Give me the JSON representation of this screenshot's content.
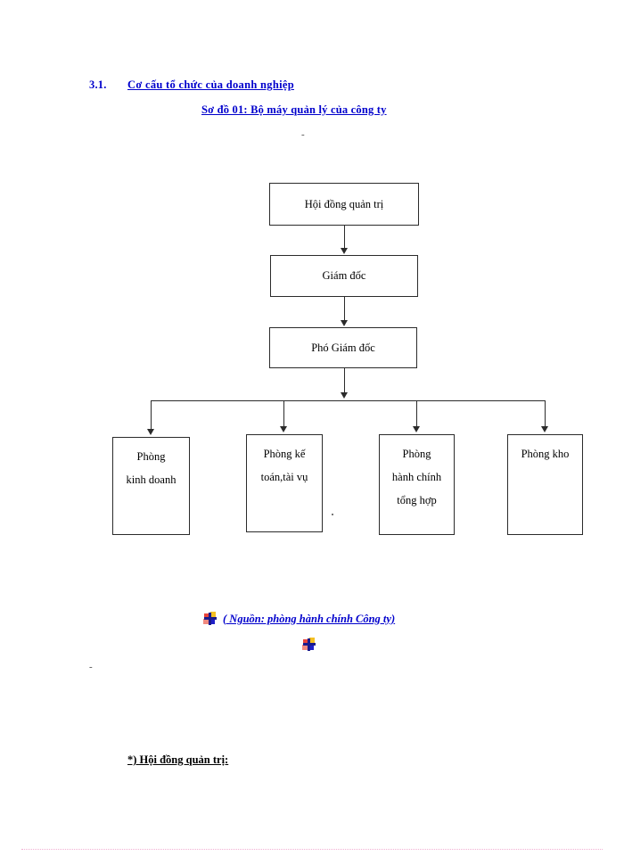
{
  "document": {
    "section_number": "3.1.",
    "section_title": "Cơ cấu tổ chức của doanh nghiệp",
    "figure_title": "Sơ đồ 01: Bộ máy quản lý của công ty",
    "stray_dash_top": "-",
    "stray_dash_lower": "-",
    "source_note": "( Nguồn: phòng hành chính Công ty)",
    "sub_heading": "*) Hội đồng quản trị:"
  },
  "colors": {
    "heading_blue": "#0000cc",
    "text_black": "#000000",
    "box_border": "#2b2b2b",
    "page_rule_pink": "#f2aed2"
  },
  "chart_data": {
    "type": "diagram",
    "title": "Sơ đồ 01: Bộ máy quản lý của công ty",
    "orientation": "top-down organizational hierarchy",
    "nodes": [
      {
        "id": "hdqt",
        "label_lines": [
          "Hội đồng quản trị"
        ],
        "level": 1
      },
      {
        "id": "gd",
        "label_lines": [
          "Giám đốc"
        ],
        "level": 2
      },
      {
        "id": "pgd",
        "label_lines": [
          "Phó Giám đốc"
        ],
        "level": 3
      },
      {
        "id": "kd",
        "label_lines": [
          "Phòng",
          "kinh  doanh"
        ],
        "level": 4
      },
      {
        "id": "kt",
        "label_lines": [
          "Phòng  kế",
          "toán,tài vụ"
        ],
        "level": 4
      },
      {
        "id": "hc",
        "label_lines": [
          "Phòng",
          "hành chính",
          "tổng hợp"
        ],
        "level": 4
      },
      {
        "id": "kho",
        "label_lines": [
          "Phòng  kho"
        ],
        "level": 4
      }
    ],
    "edges": [
      {
        "from": "hdqt",
        "to": "gd",
        "style": "arrow"
      },
      {
        "from": "gd",
        "to": "pgd",
        "style": "arrow"
      },
      {
        "from": "pgd",
        "to": "kd",
        "style": "arrow-via-bus"
      },
      {
        "from": "pgd",
        "to": "kt",
        "style": "arrow-via-bus"
      },
      {
        "from": "pgd",
        "to": "hc",
        "style": "arrow-via-bus"
      },
      {
        "from": "pgd",
        "to": "kho",
        "style": "arrow-via-bus"
      }
    ]
  },
  "icons": {
    "bullet_name": "pinwheel-bullet-icon"
  }
}
